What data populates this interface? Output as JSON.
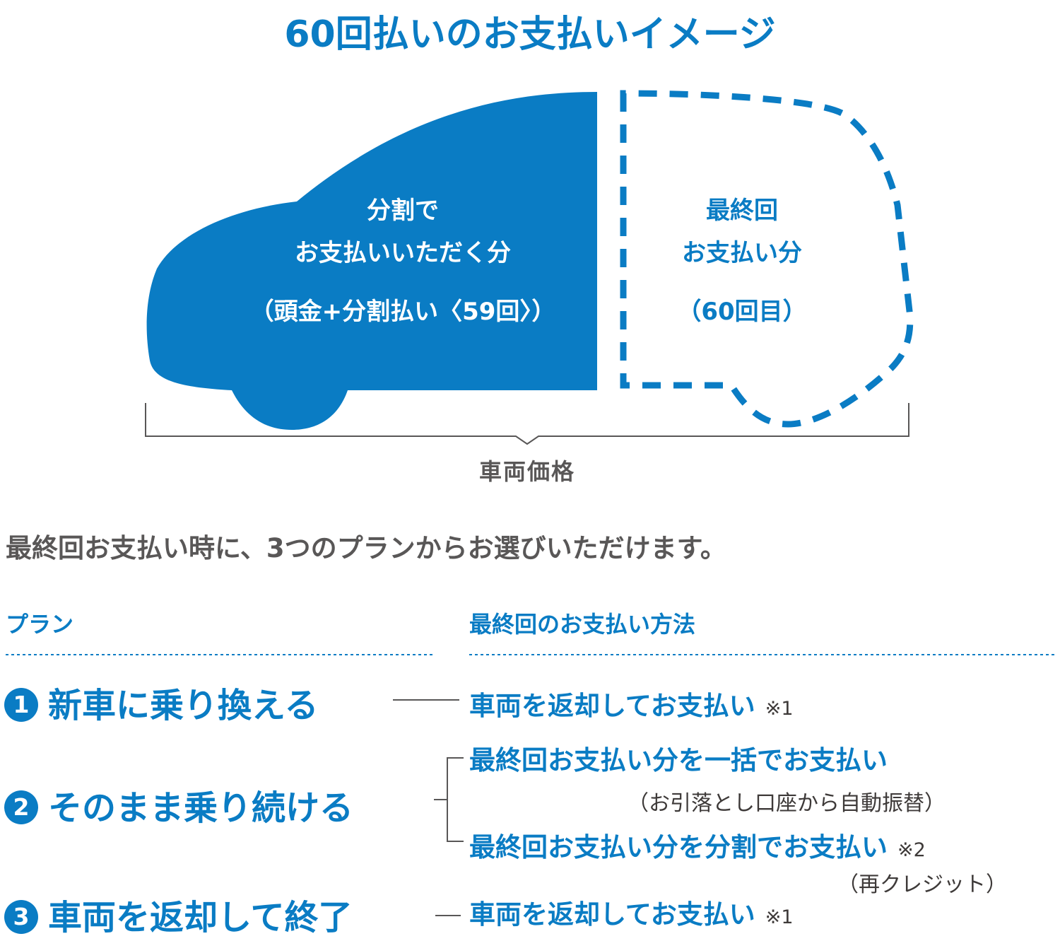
{
  "title": "60回払いのお支払いイメージ",
  "diagram": {
    "left_label_line1": "分割で",
    "left_label_line2": "お支払いいただく分",
    "left_label_line3": "（頭金+分割払い〈59回〉）",
    "right_label_line1": "最終回",
    "right_label_line2": "お支払い分",
    "right_label_line3": "（60回目）",
    "bracket_label": "車両価格"
  },
  "lead_text": "最終回お支払い時に、3つのプランからお選びいただけます。",
  "table": {
    "header_plan": "プラン",
    "header_method": "最終回のお支払い方法",
    "plans": [
      {
        "number": "1",
        "label": "新車に乗り換える"
      },
      {
        "number": "2",
        "label": "そのまま乗り続ける"
      },
      {
        "number": "3",
        "label": "車両を返却して終了"
      }
    ],
    "methods": {
      "plan1": "車両を返却してお支払い",
      "plan1_note": "※1",
      "plan2a": "最終回お支払い分を一括でお支払い",
      "plan2a_sub": "（お引落とし口座から自動振替）",
      "plan2b": "最終回お支払い分を分割でお支払い",
      "plan2b_note": "※2",
      "plan2b_sub": "（再クレジット）",
      "plan3": "車両を返却してお支払い",
      "plan3_note": "※1"
    }
  },
  "colors": {
    "accent": "#0a7cc4",
    "text_gray": "#595757"
  }
}
